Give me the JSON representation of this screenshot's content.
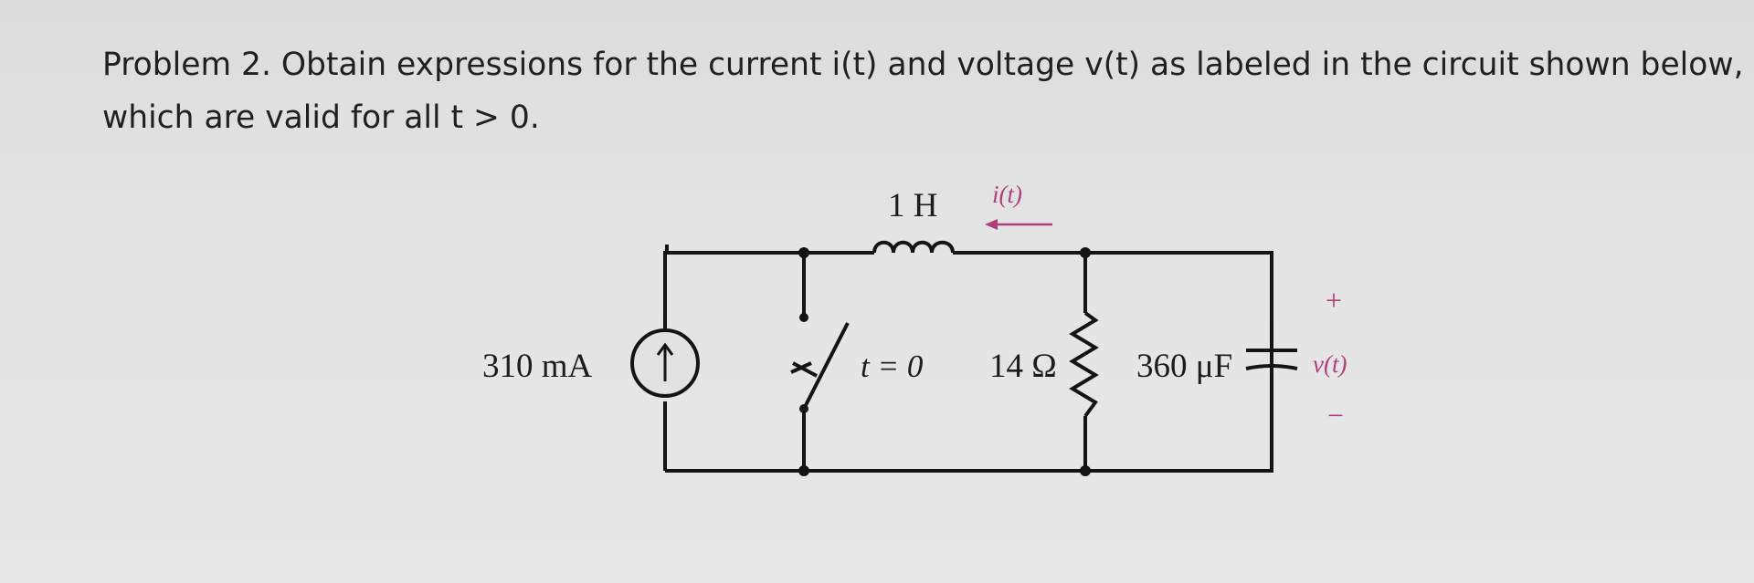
{
  "problem": {
    "line1": "Problem 2. Obtain expressions for the current i(t) and voltage v(t) as labeled in the circuit shown below,",
    "line2": "which are valid for all t > 0."
  },
  "circuit": {
    "source_label": "310 mA",
    "inductor_label": "1 H",
    "current_label": "i(t)",
    "switch_label": "t = 0",
    "resistor_label": "14 Ω",
    "capacitor_label": "360 μF",
    "voltage_label": "v(t)",
    "plus_sign": "+",
    "minus_sign": "−"
  },
  "colors": {
    "wire": "#141414",
    "annotation": "#b0407a"
  }
}
